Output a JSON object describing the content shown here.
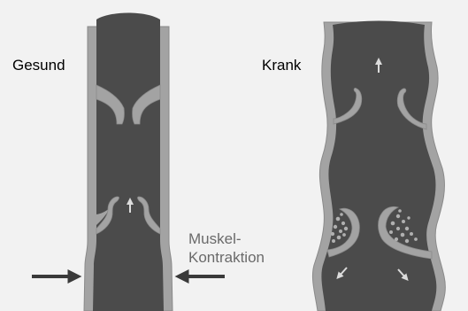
{
  "labels": {
    "healthy": "Gesund",
    "diseased": "Krank",
    "muscle_contraction": "Muskel-\nKontraktion"
  },
  "colors": {
    "background": "#f2f2f2",
    "vessel_wall": "#a3a3a3",
    "wall_outline": "#8a8a8a",
    "blood": "#4b4b4b",
    "arrow": "#3a3a3a"
  },
  "icons": [
    "arrow-up-icon",
    "arrow-right-icon",
    "arrow-left-icon",
    "arrow-down-left-icon",
    "arrow-down-right-icon"
  ]
}
